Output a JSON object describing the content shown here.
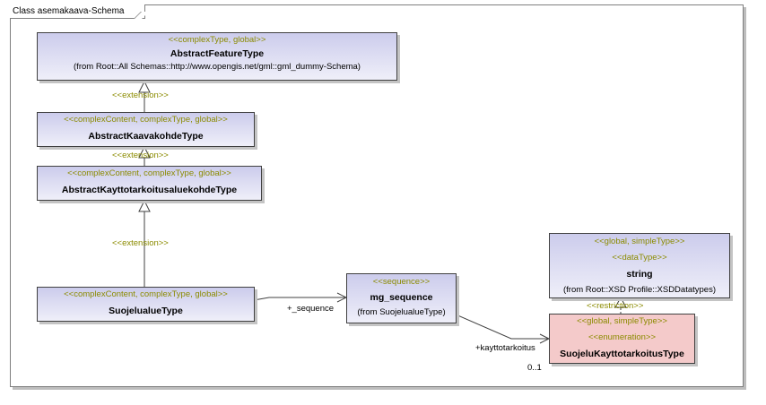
{
  "frame": {
    "title": "Class asemakaava-Schema"
  },
  "classes": {
    "abstract_feature": {
      "stereotype": "<<complexType, global>>",
      "name": "AbstractFeatureType",
      "from": "(from Root::All Schemas::http://www.opengis.net/gml::gml_dummy-Schema)"
    },
    "abstract_kaavakohde": {
      "stereotype": "<<complexContent, complexType, global>>",
      "name": "AbstractKaavakohdeType"
    },
    "abstract_kayttotarkoitus": {
      "stereotype": "<<complexContent, complexType, global>>",
      "name": "AbstractKayttotarkoitusaluekohdeType"
    },
    "suojelualue": {
      "stereotype": "<<complexContent, complexType, global>>",
      "name": "SuojelualueType"
    },
    "mg_sequence": {
      "stereotype": "<<sequence>>",
      "name": "mg_sequence",
      "from": "(from SuojelualueType)"
    },
    "string": {
      "stereotype": "<<global, simpleType>>",
      "stereotype2": "<<dataType>>",
      "name": "string",
      "from": "(from Root::XSD Profile::XSDDatatypes)"
    },
    "suojelu_kayttotarkoitus": {
      "stereotype": "<<global, simpleType>>",
      "stereotype2": "<<enumeration>>",
      "name": "SuojeluKayttotarkoitusType"
    }
  },
  "relations": {
    "ext1": "<<extension>>",
    "ext2": "<<extension>>",
    "ext3": "<<extension>>",
    "restriction": "<<restriction>>",
    "seq_role": "+_sequence",
    "kt_role": "+kayttotarkoitus",
    "kt_mult": "0..1"
  },
  "colors": {
    "class_fill_top": "#ccccec",
    "class_fill_bottom": "#efeff9",
    "enum_fill": "#f4caca",
    "stereotype_text": "#8b8b00"
  }
}
